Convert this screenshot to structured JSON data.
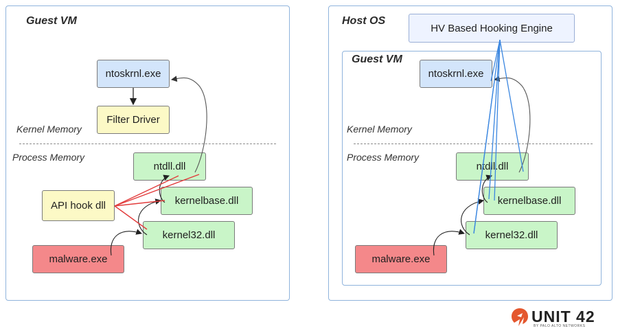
{
  "left_panel": {
    "title": "Guest VM",
    "kernel_label": "Kernel Memory",
    "process_label": "Process Memory",
    "nodes": {
      "ntoskrnl": "ntoskrnl.exe",
      "filter_driver": "Filter Driver",
      "ntdll": "ntdll.dll",
      "api_hook": "API hook dll",
      "kernelbase": "kernelbase.dll",
      "kernel32": "kernel32.dll",
      "malware": "malware.exe"
    }
  },
  "right_panel": {
    "title": "Host OS",
    "engine": "HV Based Hooking Engine",
    "inner_title": "Guest VM",
    "kernel_label": "Kernel Memory",
    "process_label": "Process Memory",
    "nodes": {
      "ntoskrnl": "ntoskrnl.exe",
      "ntdll": "ntdll.dll",
      "kernelbase": "kernelbase.dll",
      "kernel32": "kernel32.dll",
      "malware": "malware.exe"
    }
  },
  "logo": {
    "text": "UNIT 42",
    "subtext": "BY PALO ALTO NETWORKS"
  },
  "colors": {
    "kernel_node": "#d3e5fb",
    "driver_node": "#fcf9c6",
    "dll_node": "#c9f5c8",
    "malware_node": "#f4888a",
    "hook_line": "#e23b3b",
    "hv_line": "#3a86e0"
  }
}
